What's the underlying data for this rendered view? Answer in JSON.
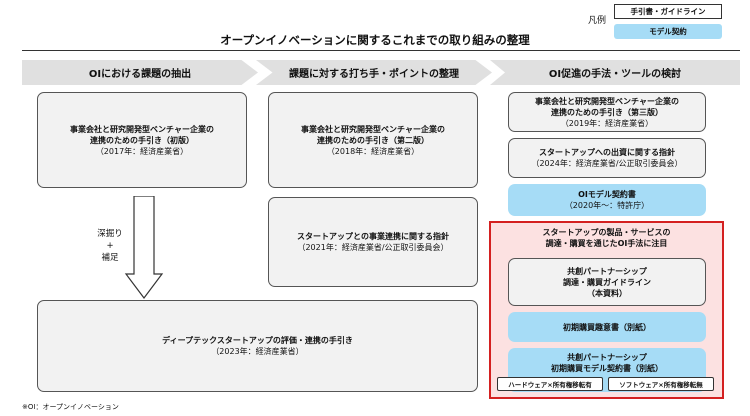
{
  "title": "オープンイノベーションに関するこれまでの取り組みの整理",
  "legend": {
    "label": "凡例",
    "guide": "手引書・ガイドライン",
    "contract": "モデル契約"
  },
  "columns": [
    "OIにおける課題の抽出",
    "課題に対する打ち手・ポイントの整理",
    "OI促進の手法・ツールの検討"
  ],
  "col1": {
    "box1_title": "事業会社と研究開発型ベンチャー企業の\n連携のための手引き（初版）",
    "box1_sub": "（2017年：経済産業省）",
    "deep_label": "深掘り\n+\n補足"
  },
  "col2": {
    "box1_title": "事業会社と研究開発型ベンチャー企業の\n連携のための手引き（第二版）",
    "box1_sub": "（2018年：経済産業省）",
    "box2_title": "スタートアップとの事業連携に関する指針",
    "box2_sub": "（2021年：経済産業省/公正取引委員会）"
  },
  "bottom": {
    "title": "ディープテックスタートアップの評価・連携の手引き",
    "sub": "（2023年：経済産業省）"
  },
  "col3": {
    "box1_title": "事業会社と研究開発型ベンチャー企業の\n連携のための手引き（第三版）",
    "box1_sub": "（2019年：経済産業省）",
    "box2_title": "スタートアップへの出資に関する指針",
    "box2_sub": "（2024年：経済産業省/公正取引委員会）",
    "box3_title": "OIモデル契約書",
    "box3_sub": "（2020年～：特許庁）",
    "red_title": "スタートアップの製品・サービスの\n調達・購買を通じたOI手法に注目",
    "box4_title": "共創パートナーシップ\n調達・購買ガイドライン\n（本資料）",
    "box5_title": "初期購買趣意書（別紙）",
    "box6_title": "共創パートナーシップ\n初期購買モデル契約書（別紙）",
    "tag1": "ハードウェア×所有権移転有",
    "tag2": "ソフトウェア×所有権移転無"
  },
  "footnote": "※OI：オープンイノベーション",
  "colors": {
    "box_fill": "#f2f2f2",
    "contract_blue": "#a6dcf6",
    "highlight_red": "#d42020",
    "highlight_fill": "#fce1e1",
    "header_gray": "#e0e0e0"
  }
}
